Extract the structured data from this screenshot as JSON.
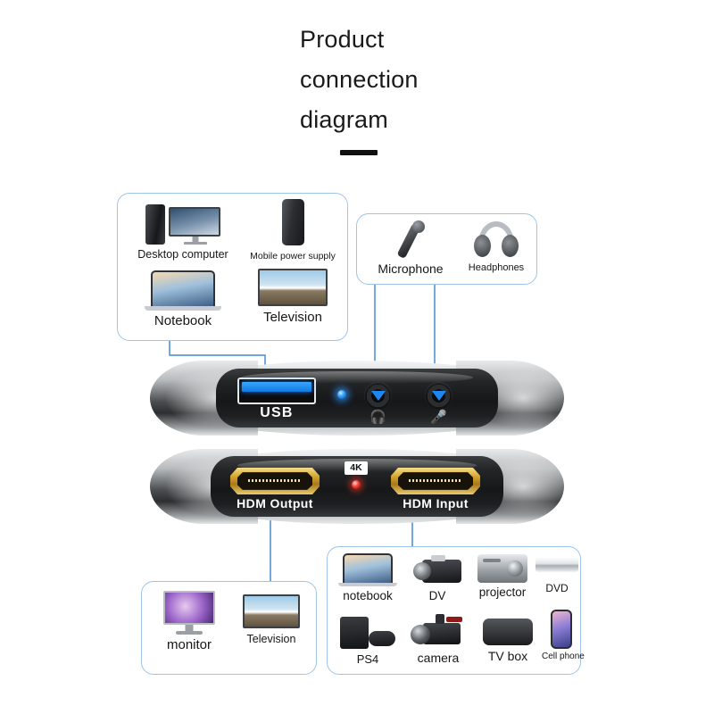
{
  "page": {
    "title_lines": [
      "Product",
      "connection",
      "diagram"
    ],
    "background": "#ffffff",
    "accent_line_color": "#5b9bd5",
    "box_border_color": "#9fc4e8"
  },
  "devices": {
    "usb_panel": {
      "name": "USB / audio front panel",
      "usb_label": "USB",
      "led_color": "#2a96ff",
      "headphone_glyph": "headphone-icon",
      "microphone_glyph": "microphone-icon"
    },
    "hdmi_panel": {
      "name": "HDMI rear panel",
      "output_label": "HDM Output",
      "input_label": "HDM Input",
      "badge": "4K",
      "led_color": "#e6322a"
    }
  },
  "groups": {
    "usb_sources": {
      "id": "boxA",
      "items": [
        {
          "label": "Desktop computer",
          "icon": "desktop-computer-icon"
        },
        {
          "label": "Mobile power supply",
          "icon": "power-bank-icon"
        },
        {
          "label": "Notebook",
          "icon": "notebook-icon"
        },
        {
          "label": "Television",
          "icon": "television-icon"
        }
      ]
    },
    "audio_devices": {
      "id": "boxB",
      "items": [
        {
          "label": "Microphone",
          "icon": "microphone-icon"
        },
        {
          "label": "Headphones",
          "icon": "headphones-icon"
        }
      ]
    },
    "hdmi_output_displays": {
      "id": "boxC",
      "items": [
        {
          "label": "monitor",
          "icon": "monitor-icon"
        },
        {
          "label": "Television",
          "icon": "television-icon"
        }
      ]
    },
    "hdmi_input_sources": {
      "id": "boxD",
      "items": [
        {
          "label": "notebook",
          "icon": "notebook-icon"
        },
        {
          "label": "DV",
          "icon": "camcorder-icon"
        },
        {
          "label": "projector",
          "icon": "projector-icon"
        },
        {
          "label": "DVD",
          "icon": "dvd-player-icon"
        },
        {
          "label": "PS4",
          "icon": "game-console-icon"
        },
        {
          "label": "camera",
          "icon": "camera-icon"
        },
        {
          "label": "TV box",
          "icon": "tv-box-icon"
        },
        {
          "label": "Cell phone",
          "icon": "cell-phone-icon"
        }
      ]
    }
  }
}
